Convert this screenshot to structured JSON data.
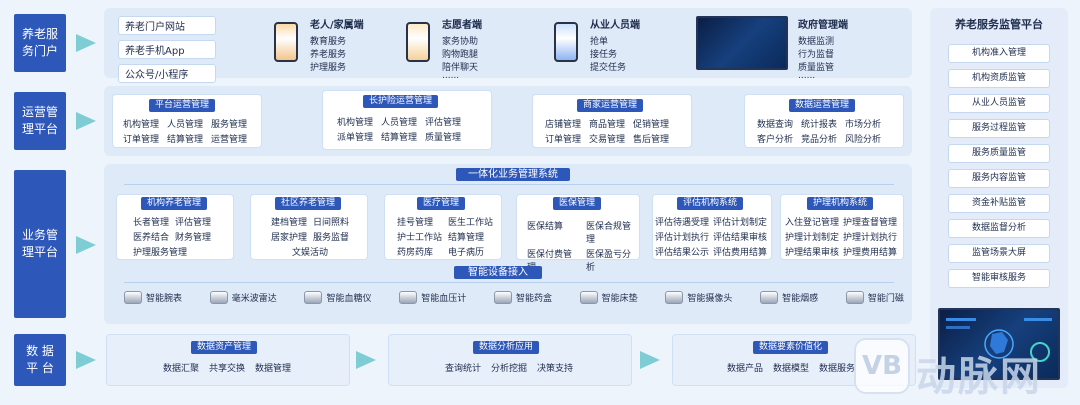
{
  "layers": [
    {
      "id": "portal",
      "label": "养老服务门户"
    },
    {
      "id": "ops",
      "label": "运营管理平台"
    },
    {
      "id": "biz",
      "label": "业务管理平台"
    },
    {
      "id": "data",
      "label": "数 据 平 台"
    }
  ],
  "portal": {
    "left_items": [
      "养老门户网站",
      "养老手机App",
      "公众号/小程序"
    ],
    "ends": [
      {
        "title": "老人/家属端",
        "items": [
          "教育服务",
          "养老服务",
          "护理服务"
        ]
      },
      {
        "title": "志愿者端",
        "items": [
          "家务协助",
          "购物跑腿",
          "陪伴聊天",
          "......"
        ]
      },
      {
        "title": "从业人员端",
        "items": [
          "抢单",
          "接任务",
          "提交任务"
        ]
      },
      {
        "title": "政府管理端",
        "items": [
          "数据监测",
          "行为监督",
          "质量监管",
          "......"
        ]
      }
    ]
  },
  "ops": {
    "modules": [
      {
        "title": "平台运营管理",
        "items": [
          "机构管理",
          "人员管理",
          "服务管理",
          "订单管理",
          "结算管理",
          "运营管理"
        ]
      },
      {
        "title": "长护险运营管理",
        "items": [
          "机构管理",
          "人员管理",
          "评估管理",
          "派单管理",
          "结算管理",
          "质量管理"
        ]
      },
      {
        "title": "商家运营管理",
        "items": [
          "店铺管理",
          "商品管理",
          "促销管理",
          "订单管理",
          "交易管理",
          "售后管理"
        ]
      },
      {
        "title": "数据运营管理",
        "items": [
          "数据查询",
          "统计报表",
          "市场分析",
          "客户分析",
          "竞品分析",
          "风险分析"
        ]
      }
    ]
  },
  "biz": {
    "title": "一体化业务管理系统",
    "modules": [
      {
        "title": "机构养老管理",
        "items": [
          "长者管理",
          "评估管理",
          "医养结合",
          "财务管理",
          "护理服务管理"
        ]
      },
      {
        "title": "社区养老管理",
        "items": [
          "建档管理",
          "日间照料",
          "居家护理",
          "服务监督",
          "文娱活动"
        ]
      },
      {
        "title": "医疗管理",
        "items": [
          "挂号管理",
          "医生工作站",
          "护士工作站",
          "结算管理",
          "药房药库",
          "电子病历"
        ]
      },
      {
        "title": "医保管理",
        "items": [
          "医保结算",
          "医保合规管理",
          "医保付费管理",
          "医保盈亏分析"
        ]
      },
      {
        "title": "评估机构系统",
        "items": [
          "评估待遇受理",
          "评估计划制定",
          "评估计划执行",
          "评估结果审核",
          "评估结果公示",
          "评估费用结算"
        ]
      },
      {
        "title": "护理机构系统",
        "items": [
          "入住登记管理",
          "护理查督管理",
          "护理计划制定",
          "护理计划执行",
          "护理结果审核",
          "护理费用结算"
        ]
      }
    ],
    "device_title": "智能设备接入",
    "devices": [
      "智能腕表",
      "毫米波雷达",
      "智能血糖仪",
      "智能血压计",
      "智能药盒",
      "智能床垫",
      "智能摄像头",
      "智能烟感",
      "智能门磁"
    ]
  },
  "data_layer": {
    "modules": [
      {
        "title": "数据资产管理",
        "items": [
          "数据汇聚",
          "共享交换",
          "数据管理"
        ]
      },
      {
        "title": "数据分析应用",
        "items": [
          "查询统计",
          "分析挖掘",
          "决策支持"
        ]
      },
      {
        "title": "数据要素价值化",
        "items": [
          "数据产品",
          "数据模型",
          "数据服务"
        ]
      }
    ]
  },
  "supervision": {
    "title": "养老服务监管平台",
    "items": [
      "机构准入管理",
      "机构资质监管",
      "从业人员监管",
      "服务过程监管",
      "服务质量监管",
      "服务内容监管",
      "资金补贴监管",
      "数据监督分析",
      "监管场景大屏",
      "智能审核服务"
    ]
  },
  "watermark": "动脉网",
  "colors": {
    "accent": "#2d57b8",
    "arrow": "#7fcdd4",
    "band": "#dfeaf8"
  }
}
